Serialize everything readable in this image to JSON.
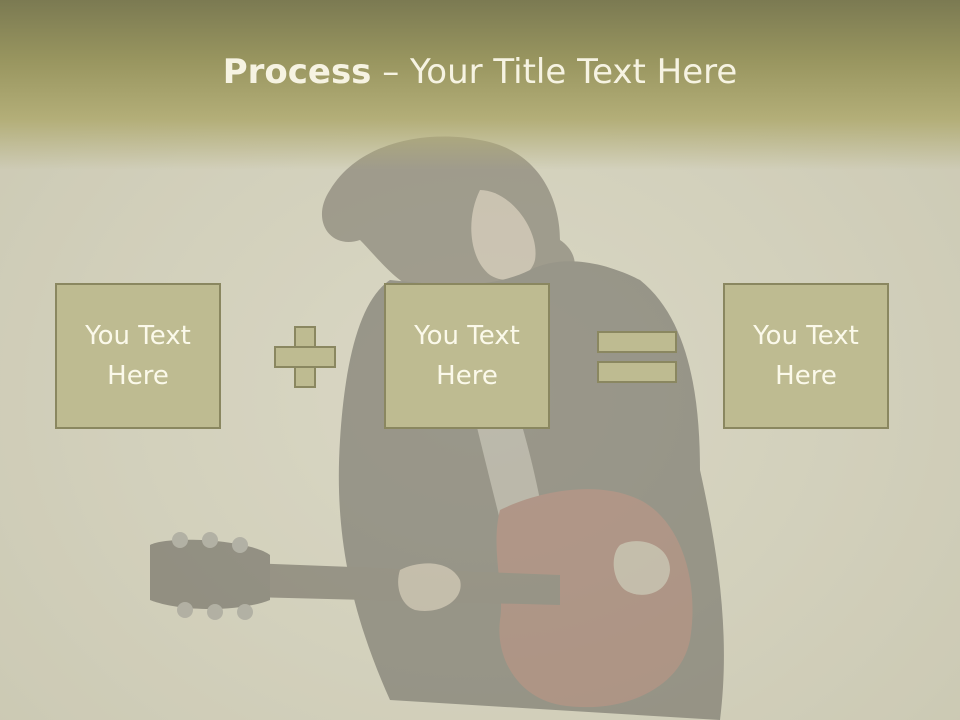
{
  "slide": {
    "title_bold": "Process",
    "title_rest": " – Your Title Text Here",
    "boxes": [
      {
        "text": "You Text Here"
      },
      {
        "text": "You Text Here"
      },
      {
        "text": "You Text Here"
      }
    ],
    "operators": [
      "plus-icon",
      "equals-icon"
    ],
    "colors": {
      "header": "#98955f",
      "box_fill": "#bebb91",
      "box_border": "#8a8760",
      "text": "#fbf9ea"
    }
  }
}
